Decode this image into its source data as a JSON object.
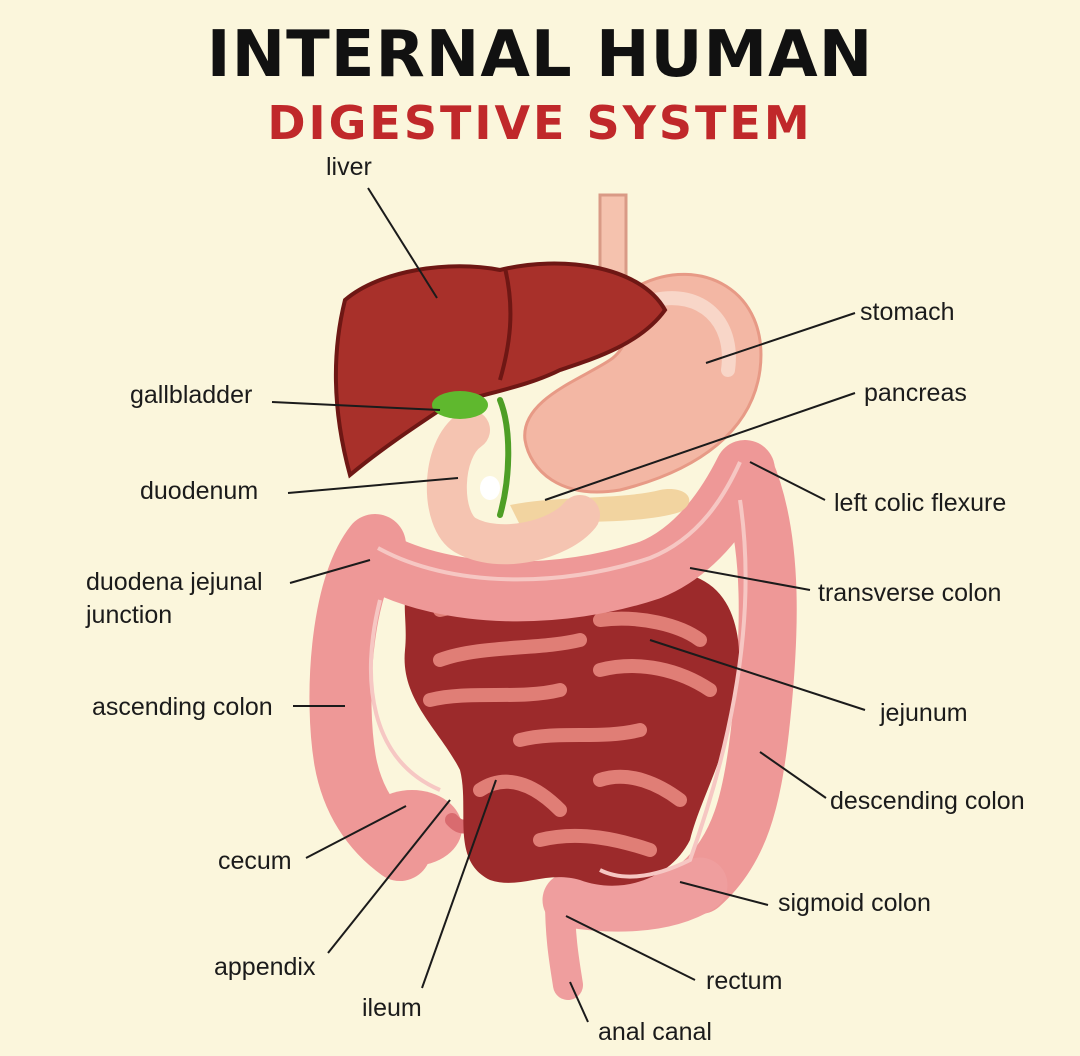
{
  "title": "INTERNAL HUMAN",
  "subtitle": "DIGESTIVE SYSTEM",
  "colors": {
    "background": "#fbf6dc",
    "title": "#111111",
    "subtitle": "#c0282a",
    "liver": "#a8302a",
    "stomach": "#f3b7a4",
    "intestine": "#9c2a2b",
    "colon": "#ef9a9a",
    "gallbladder": "#5fb82e"
  },
  "labels": {
    "liver": "liver",
    "stomach": "stomach",
    "gallbladder": "gallbladder",
    "pancreas": "pancreas",
    "duodenum": "duodenum",
    "left_colic_flexure": "left colic flexure",
    "duodena_jejunal_line1": "duodena jejunal",
    "duodena_jejunal_line2": "junction",
    "transverse_colon": "transverse colon",
    "ascending_colon": "ascending colon",
    "jejunum": "jejunum",
    "descending_colon": "descending colon",
    "cecum": "cecum",
    "sigmoid_colon": "sigmoid colon",
    "appendix": "appendix",
    "rectum": "rectum",
    "ileum": "ileum",
    "anal_canal": "anal canal"
  }
}
